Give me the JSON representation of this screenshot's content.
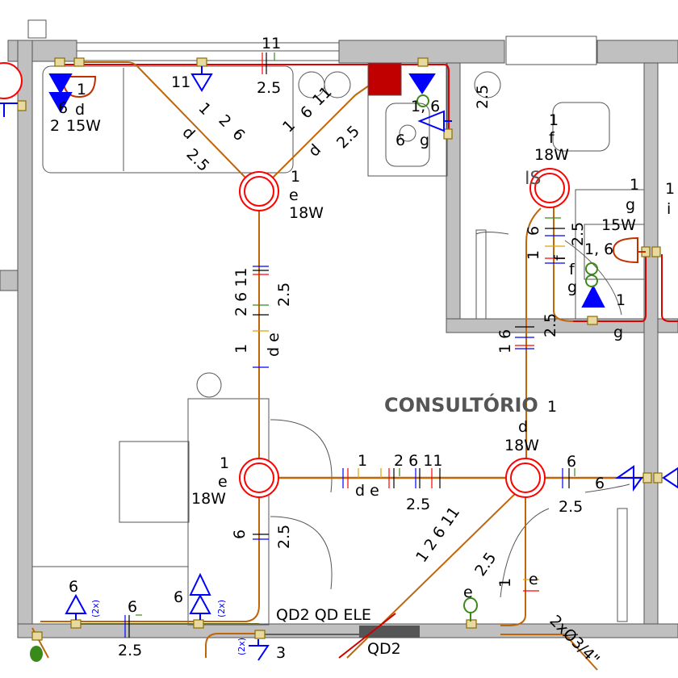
{
  "room_name": "CONSULTÓRIO",
  "colors": {
    "wall": "#c0c0c0",
    "wire": "#c0660a",
    "lamp": "#ff0000",
    "outlet": "#0000ff",
    "switch": "#3a8a1a"
  },
  "lights": [
    {
      "circuit": "1",
      "switch": "e",
      "power": "18W"
    },
    {
      "circuit": "1",
      "switch": "f",
      "power": "18W",
      "tag": "IS"
    },
    {
      "circuit": "1",
      "switch": "e",
      "power": "18W"
    },
    {
      "circuit": "1",
      "switch": "d",
      "power": "18W"
    }
  ],
  "wall_lights": [
    {
      "circuit": "1",
      "switch": "d",
      "power": "15W"
    },
    {
      "circuit": "1",
      "switch": "g",
      "power": "15W"
    }
  ],
  "labels": {
    "top_11": "11",
    "top_25": "2.5",
    "outlet_11": "11",
    "tl_6": "6",
    "tl_2": "2",
    "diag1_1": "1",
    "diag1_d": "d",
    "diag1_2": "2",
    "diag1_6": "6",
    "diag1_25": "2.5",
    "diag2_1": "1",
    "diag2_6": "6",
    "diag2_11": "11",
    "diag2_d": "d",
    "diag2_25": "2.5",
    "vert_2611": "2 6 11",
    "vert_25": "2.5",
    "vert_1de": "1",
    "vert_de": "d e",
    "sink_16": "1, 6",
    "sink_6": "6",
    "sink_25": "2.5",
    "sink_g": "g",
    "is_6": "6",
    "is_1": "1",
    "is_f": "f",
    "is_25": "2.5",
    "is_16": "1, 6",
    "is_f2": "f",
    "is_g": "g",
    "bath_1": "1",
    "bath_g": "g",
    "bath_1b": "1",
    "bath_g2": "g",
    "right_1": "1",
    "right_i": "i",
    "left_16": "1  6",
    "left_25": "2.5",
    "h_1": "1",
    "h_2611": "2  6 11",
    "h_de": "d e",
    "h_25": "2.5",
    "r_6": "6",
    "r_6b": "6",
    "r_25": "2.5",
    "low_6": "6",
    "low_25": "2.5",
    "dg_12611": "1 2 6 11",
    "dg_25": "2.5",
    "e_1": "1",
    "e_e": "e",
    "sw_e": "e",
    "out_6a": "6",
    "out_2xa": "(2x)",
    "out_6b": "6",
    "out_2xb": "(2x)",
    "mid_6": "6",
    "bot_25": "2.5",
    "qd": "QD2 QD ELE",
    "qd2": "QD2",
    "bot_3": "3",
    "bot_2x": "(2x)",
    "conduit": "2xØ3/4\""
  }
}
